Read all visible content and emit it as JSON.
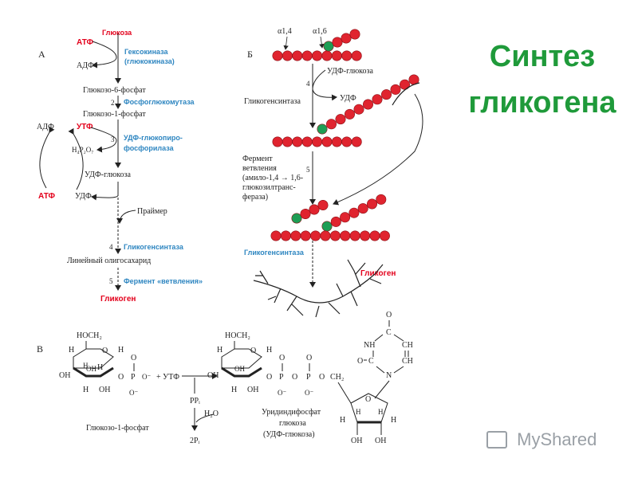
{
  "title": {
    "line1": "Синтез",
    "line2": "гликогена",
    "color": "#1f9a3a"
  },
  "colors": {
    "red": "#e3001b",
    "blue": "#2e86c1",
    "bead": "#e0242f",
    "branch_bead": "#1e9e55",
    "ink": "#222222"
  },
  "panelA": {
    "letter": "А",
    "glucose": "Глюкоза",
    "atp": "АТФ",
    "adp": "АДФ",
    "hexokinase1": "Гексокиназа",
    "hexokinase2": "(глюкокиназа)",
    "g6p": "Глюкозо-6-фосфат",
    "step2": "2",
    "phosphoglucomutase": "Фосфоглюкомутаза",
    "g1p": "Глюкозо-1-фосфат",
    "step3": "3",
    "adp2": "АДФ",
    "utp": "УТФ",
    "pyrophosphate": "H₄P₂O₇",
    "udpgpp1": "УДФ-глюкопиро-",
    "udpgpp2": "фосфорилаза",
    "udpglucose": "УДФ-глюкоза",
    "atp2": "АТФ",
    "udp": "УДФ",
    "primer": "Праймер",
    "step4": "4",
    "glycogen_synthase": "Гликогенсинтаза",
    "linear_oligo": "Линейный олигосахарид",
    "step5": "5",
    "branching_enzyme": "Фермент «ветвления»",
    "glycogen": "Гликоген"
  },
  "panelB": {
    "letter": "Б",
    "bond14": "α1,4",
    "bond16": "α1,6",
    "udpglucose": "УДФ-глюкоза",
    "step4": "4",
    "glycogen_synthase": "Гликогенсинтаза",
    "udp": "УДФ",
    "enzyme1": "Фермент",
    "enzyme2": "ветвления",
    "enzyme3": "(амило-1,4 → 1,6-",
    "enzyme4": "глюкозилтранс-",
    "enzyme5": "фераза)",
    "step5": "5",
    "glycogen_synthase2": "Гликогенсинтаза",
    "glycogen": "Гликоген"
  },
  "panelC": {
    "letter": "В",
    "hoch2_left": "HOCH₂",
    "hoch2_right": "HOCH₂",
    "plus_utp": "+ УТФ",
    "ppi": "PPᵢ",
    "h2o": "H₂O",
    "two_pi": "2Pᵢ",
    "g1p_label": "Глюкозо-1-фосфат",
    "udp_label1": "Уридиндифосфат",
    "udp_label2": "глюкоза",
    "udp_label3": "(УДФ-глюкоза)",
    "H": "H",
    "OH": "OH",
    "O": "O",
    "P": "P",
    "NH": "NH",
    "N": "N",
    "C": "C",
    "CH": "CH",
    "CH2": "CH₂",
    "ominus": "O⁻"
  },
  "brand": {
    "text": "MyShared"
  }
}
